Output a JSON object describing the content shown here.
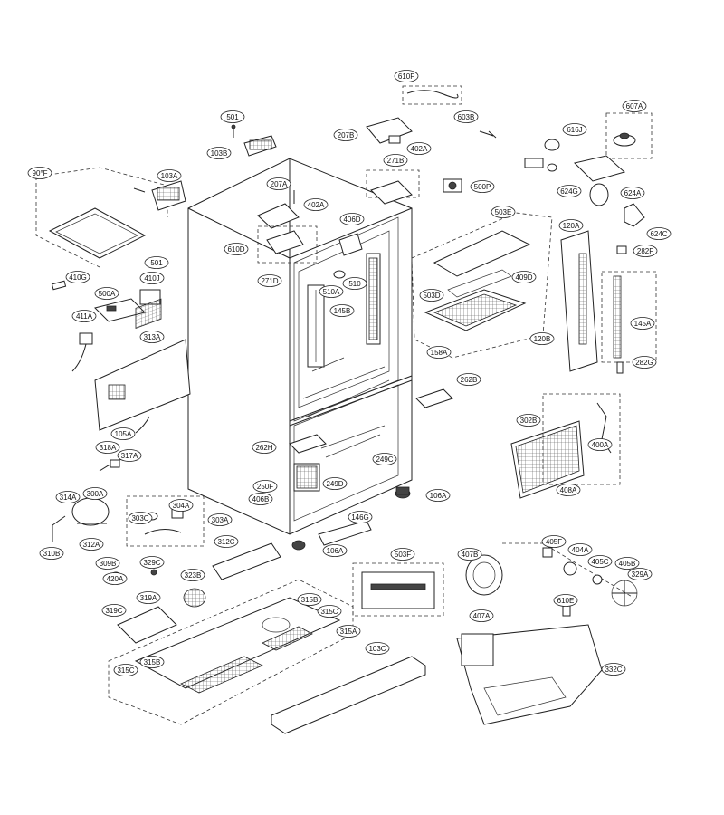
{
  "diagram": {
    "labels": [
      {
        "id": "lbl-610F",
        "text": "610F"
      },
      {
        "id": "lbl-501-top",
        "text": "501"
      },
      {
        "id": "lbl-103B",
        "text": "103B"
      },
      {
        "id": "lbl-207B",
        "text": "207B"
      },
      {
        "id": "lbl-402A-top",
        "text": "402A"
      },
      {
        "id": "lbl-603B",
        "text": "603B"
      },
      {
        "id": "lbl-616J",
        "text": "616J"
      },
      {
        "id": "lbl-607A",
        "text": "607A"
      },
      {
        "id": "lbl-90F",
        "text": "90°F"
      },
      {
        "id": "lbl-103A",
        "text": "103A"
      },
      {
        "id": "lbl-207A",
        "text": "207A"
      },
      {
        "id": "lbl-402A-mid",
        "text": "402A"
      },
      {
        "id": "lbl-271B",
        "text": "271B"
      },
      {
        "id": "lbl-500P",
        "text": "500P"
      },
      {
        "id": "lbl-624G",
        "text": "624G"
      },
      {
        "id": "lbl-624A",
        "text": "624A"
      },
      {
        "id": "lbl-624C",
        "text": "624C"
      },
      {
        "id": "lbl-406D",
        "text": "406D"
      },
      {
        "id": "lbl-503E",
        "text": "503E"
      },
      {
        "id": "lbl-120A",
        "text": "120A"
      },
      {
        "id": "lbl-282F",
        "text": "282F"
      },
      {
        "id": "lbl-610D",
        "text": "610D"
      },
      {
        "id": "lbl-271D",
        "text": "271D"
      },
      {
        "id": "lbl-410G",
        "text": "410G"
      },
      {
        "id": "lbl-410J",
        "text": "410J"
      },
      {
        "id": "lbl-501-left",
        "text": "501"
      },
      {
        "id": "lbl-500A",
        "text": "500A"
      },
      {
        "id": "lbl-510A",
        "text": "510A"
      },
      {
        "id": "lbl-510",
        "text": "510"
      },
      {
        "id": "lbl-409D",
        "text": "409D"
      },
      {
        "id": "lbl-503D",
        "text": "503D"
      },
      {
        "id": "lbl-411A",
        "text": "411A"
      },
      {
        "id": "lbl-145B",
        "text": "145B"
      },
      {
        "id": "lbl-145A",
        "text": "145A"
      },
      {
        "id": "lbl-313A",
        "text": "313A"
      },
      {
        "id": "lbl-158A",
        "text": "158A"
      },
      {
        "id": "lbl-120B",
        "text": "120B"
      },
      {
        "id": "lbl-282G",
        "text": "282G"
      },
      {
        "id": "lbl-262B",
        "text": "262B"
      },
      {
        "id": "lbl-302B",
        "text": "302B"
      },
      {
        "id": "lbl-105A",
        "text": "105A"
      },
      {
        "id": "lbl-400A",
        "text": "400A"
      },
      {
        "id": "lbl-318A",
        "text": "318A"
      },
      {
        "id": "lbl-317A",
        "text": "317A"
      },
      {
        "id": "lbl-262H",
        "text": "262H"
      },
      {
        "id": "lbl-249C",
        "text": "249C"
      },
      {
        "id": "lbl-408A",
        "text": "408A"
      },
      {
        "id": "lbl-250F",
        "text": "250F"
      },
      {
        "id": "lbl-249D",
        "text": "249D"
      },
      {
        "id": "lbl-314A",
        "text": "314A"
      },
      {
        "id": "lbl-300A",
        "text": "300A"
      },
      {
        "id": "lbl-406B",
        "text": "406B"
      },
      {
        "id": "lbl-106A-right",
        "text": "106A"
      },
      {
        "id": "lbl-304A",
        "text": "304A"
      },
      {
        "id": "lbl-303C",
        "text": "303C"
      },
      {
        "id": "lbl-303A",
        "text": "303A"
      },
      {
        "id": "lbl-146G",
        "text": "146G"
      },
      {
        "id": "lbl-312A",
        "text": "312A"
      },
      {
        "id": "lbl-310B",
        "text": "310B"
      },
      {
        "id": "lbl-312C",
        "text": "312C"
      },
      {
        "id": "lbl-106A-left",
        "text": "106A"
      },
      {
        "id": "lbl-405F",
        "text": "405F"
      },
      {
        "id": "lbl-309B",
        "text": "309B"
      },
      {
        "id": "lbl-329C",
        "text": "329C"
      },
      {
        "id": "lbl-503F",
        "text": "503F"
      },
      {
        "id": "lbl-407B",
        "text": "407B"
      },
      {
        "id": "lbl-404A",
        "text": "404A"
      },
      {
        "id": "lbl-405C",
        "text": "405C"
      },
      {
        "id": "lbl-405B",
        "text": "405B"
      },
      {
        "id": "lbl-420A",
        "text": "420A"
      },
      {
        "id": "lbl-323B",
        "text": "323B"
      },
      {
        "id": "lbl-329A",
        "text": "329A"
      },
      {
        "id": "lbl-319A",
        "text": "319A"
      },
      {
        "id": "lbl-319C",
        "text": "319C"
      },
      {
        "id": "lbl-315B-top",
        "text": "315B"
      },
      {
        "id": "lbl-315C-top",
        "text": "315C"
      },
      {
        "id": "lbl-610E",
        "text": "610E"
      },
      {
        "id": "lbl-407A",
        "text": "407A"
      },
      {
        "id": "lbl-315A",
        "text": "315A"
      },
      {
        "id": "lbl-103C",
        "text": "103C"
      },
      {
        "id": "lbl-315B-bottom",
        "text": "315B"
      },
      {
        "id": "lbl-315C-bottom",
        "text": "315C"
      },
      {
        "id": "lbl-332C",
        "text": "332C"
      }
    ]
  }
}
